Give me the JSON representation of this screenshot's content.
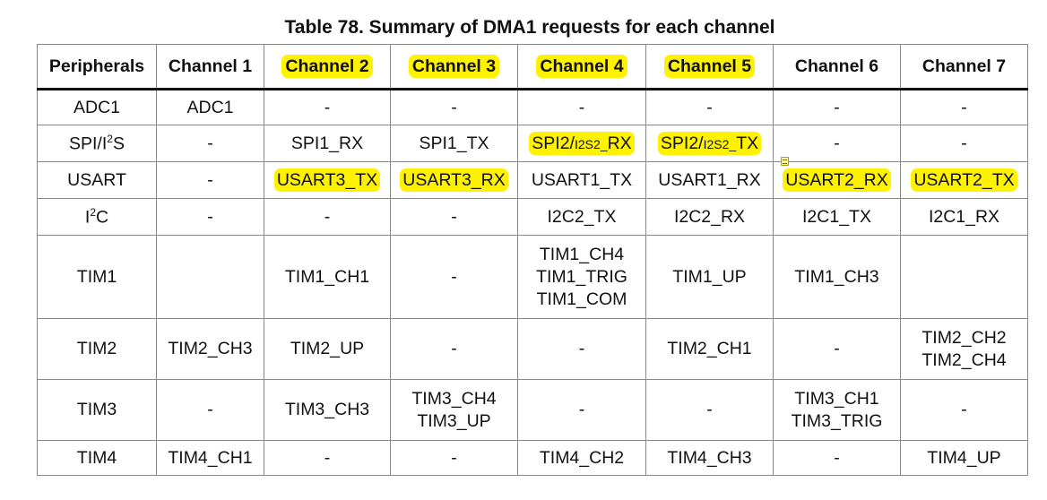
{
  "title": "Table 78. Summary of DMA1 requests for each channel",
  "colors": {
    "highlight": "#fff200",
    "border": "#8a8a8a",
    "header_rule": "#111111"
  },
  "header": {
    "peripherals": "Peripherals",
    "ch1": "Channel 1",
    "ch2": "Channel 2",
    "ch3": "Channel 3",
    "ch4": "Channel 4",
    "ch5": "Channel 5",
    "ch6": "Channel 6",
    "ch7": "Channel 7"
  },
  "rows": {
    "adc1": {
      "name": "ADC1",
      "ch1": "ADC1",
      "ch2": "-",
      "ch3": "-",
      "ch4": "-",
      "ch5": "-",
      "ch6": "-",
      "ch7": "-"
    },
    "spi": {
      "name_pre": "SPI/I",
      "name_sup": "2",
      "name_post": "S",
      "ch1": "-",
      "ch2": "SPI1_RX",
      "ch3": "SPI1_TX",
      "ch4_pre": "SPI2/",
      "ch4_small": "I2S2_",
      "ch4_post": "RX",
      "ch5_pre": "SPI2/",
      "ch5_small": "I2S2_",
      "ch5_post": "TX",
      "ch6": "-",
      "ch7": "-"
    },
    "usart": {
      "name": "USART",
      "ch1": "-",
      "ch2": "USART3_TX",
      "ch3": "USART3_RX",
      "ch4": "USART1_TX",
      "ch5": "USART1_RX",
      "ch6": "USART2_RX",
      "ch7": "USART2_TX"
    },
    "i2c": {
      "name_pre": "I",
      "name_sup": "2",
      "name_post": "C",
      "ch1": "-",
      "ch2": "-",
      "ch3": "-",
      "ch4": "I2C2_TX",
      "ch5": "I2C2_RX",
      "ch6": "I2C1_TX",
      "ch7": "I2C1_RX"
    },
    "tim1": {
      "name": "TIM1",
      "ch1": "",
      "ch2": "TIM1_CH1",
      "ch3": "-",
      "ch4": [
        "TIM1_CH4",
        "TIM1_TRIG",
        "TIM1_COM"
      ],
      "ch5": "TIM1_UP",
      "ch6": "TIM1_CH3",
      "ch7": ""
    },
    "tim2": {
      "name": "TIM2",
      "ch1": "TIM2_CH3",
      "ch2": "TIM2_UP",
      "ch3": "-",
      "ch4": "-",
      "ch5": "TIM2_CH1",
      "ch6": "-",
      "ch7": [
        "TIM2_CH2",
        "TIM2_CH4"
      ]
    },
    "tim3": {
      "name": "TIM3",
      "ch1": "-",
      "ch2": "TIM3_CH3",
      "ch3": [
        "TIM3_CH4",
        "TIM3_UP"
      ],
      "ch4": "-",
      "ch5": "-",
      "ch6": [
        "TIM3_CH1",
        "TIM3_TRIG"
      ],
      "ch7": "-"
    },
    "tim4": {
      "name": "TIM4",
      "ch1": "TIM4_CH1",
      "ch2": "-",
      "ch3": "-",
      "ch4": "TIM4_CH2",
      "ch5": "TIM4_CH3",
      "ch6": "-",
      "ch7": "TIM4_UP"
    }
  }
}
